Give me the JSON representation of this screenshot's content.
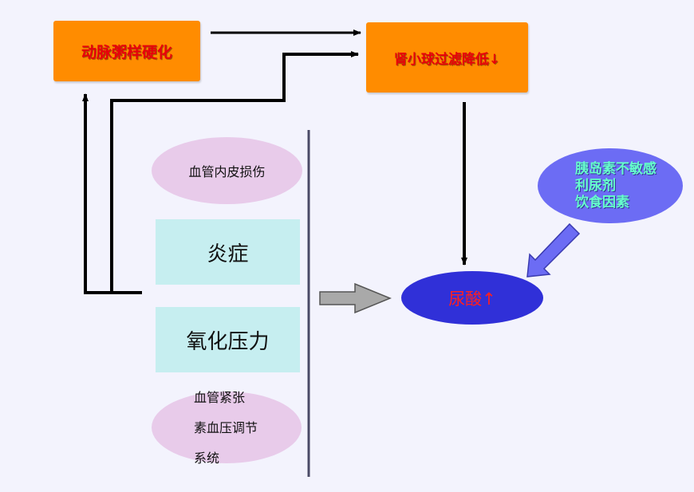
{
  "diagram": {
    "box_atherosclerosis": "动脉粥样硬化",
    "box_gfr_decrease": "肾小球过滤降低↓",
    "endothelial_damage": "血管内皮损伤",
    "inflammation": "炎症",
    "oxidative_stress": "氧化压力",
    "raas_lines": [
      "血管紧张",
      "素血压调节",
      "系统"
    ],
    "uric_acid": "尿酸↑",
    "factors_lines": [
      "胰岛素不敏感",
      "利尿剂",
      "饮食因素"
    ]
  },
  "colors": {
    "orange_box": "#ff8c00",
    "orange_text": "#e8000b",
    "pink_ellipse": "#e8cbea",
    "teal_box": "#c6eef0",
    "uric_ellipse": "#3030d8",
    "uric_text": "#ff2020",
    "factors_ellipse": "#6c6cf4",
    "factors_text": "#66ffcc",
    "arrow_gray": "#a9a9a9"
  }
}
